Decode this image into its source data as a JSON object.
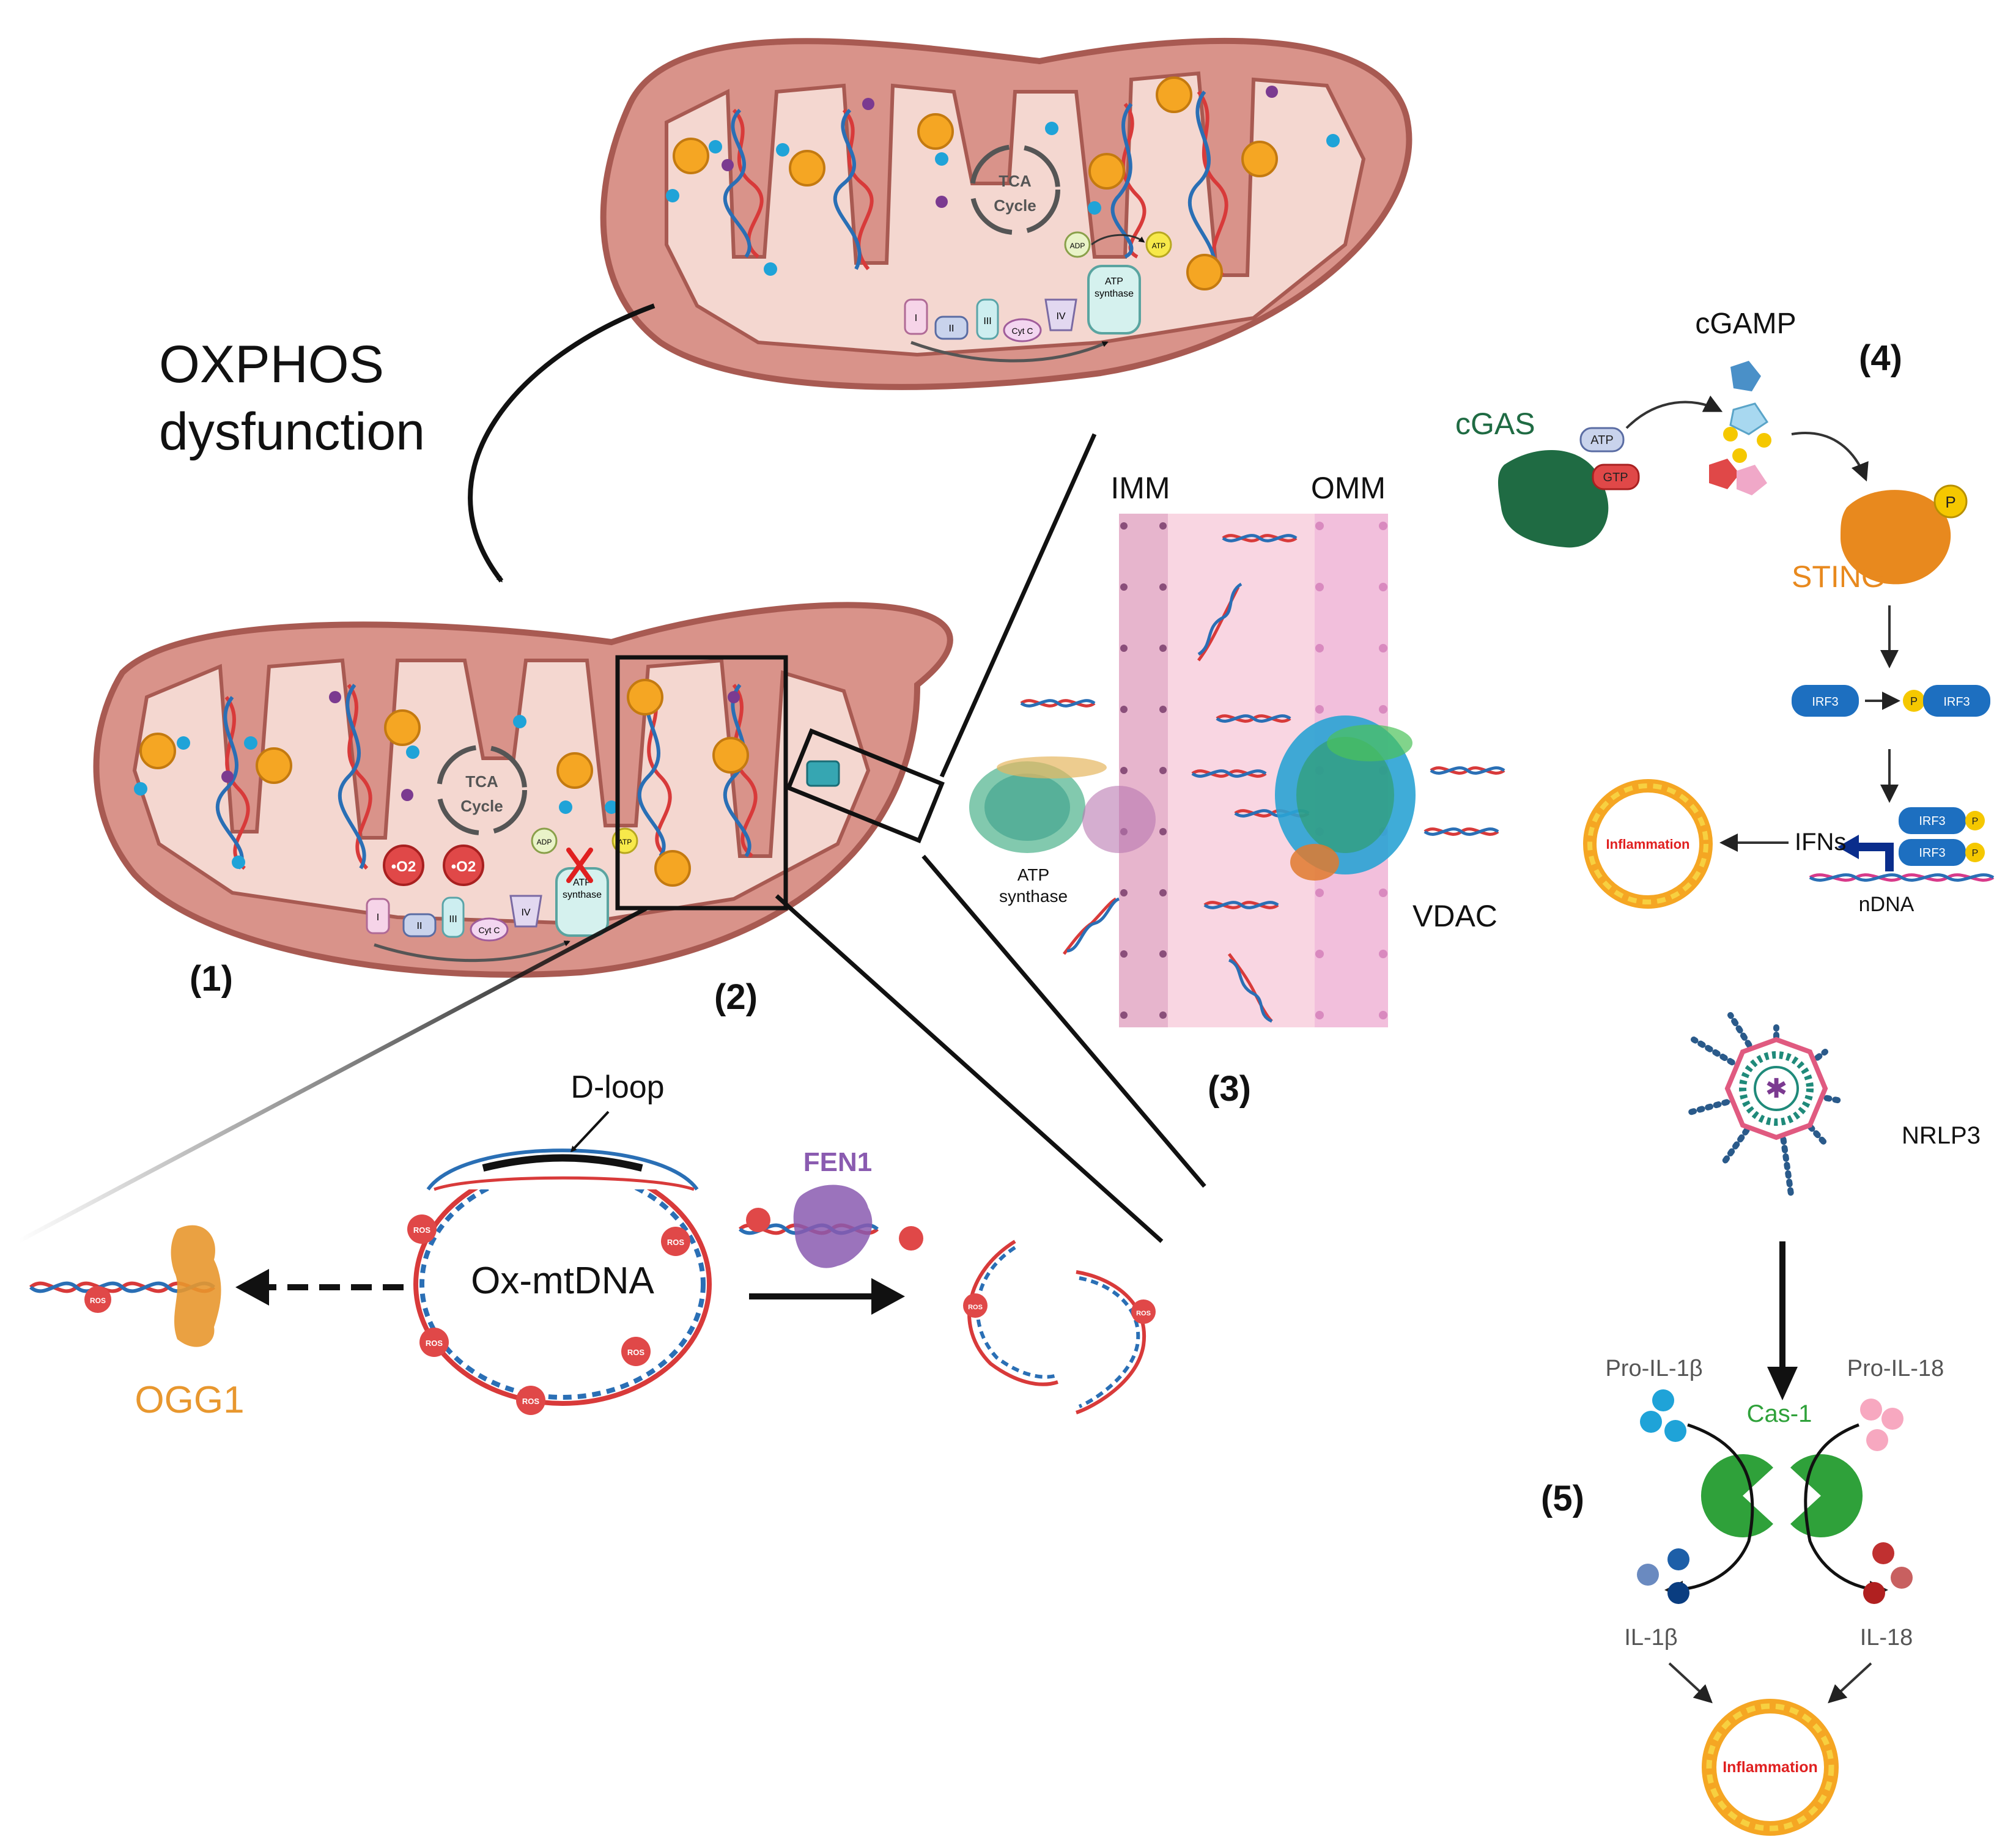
{
  "title_line1": "OXPHOS",
  "title_line2": "dysfunction",
  "mito": {
    "tca_line1": "TCA",
    "tca_line2": "Cycle",
    "complex_I": "I",
    "complex_II": "II",
    "complex_III": "III",
    "cytc": "Cyt C",
    "complex_IV": "IV",
    "atp_synthase_line1": "ATP",
    "atp_synthase_line2": "synthase",
    "adp": "ADP",
    "atp": "ATP",
    "superoxide": "•O2"
  },
  "steps": {
    "s1": "(1)",
    "s2": "(2)",
    "s3": "(3)",
    "s4": "(4)",
    "s5": "(5)"
  },
  "membrane": {
    "imm": "IMM",
    "omm": "OMM",
    "atp_synthase_line1": "ATP",
    "atp_synthase_line2": "synthase",
    "vdac": "VDAC"
  },
  "mtdna": {
    "dloop": "D-loop",
    "oxmtdna": "Ox-mtDNA",
    "ros": "ROS",
    "ogg1": "OGG1",
    "fen1": "FEN1"
  },
  "cgas_pathway": {
    "cgas": "cGAS",
    "cgamp": "cGAMP",
    "atp": "ATP",
    "gtp": "GTP",
    "sting": "STING",
    "p": "P",
    "irf3": "IRF3",
    "ifns": "IFNs",
    "ndna": "nDNA",
    "inflammation": "Inflammation"
  },
  "inflammasome": {
    "nrlp3": "NRLP3",
    "pro_il1b": "Pro-IL-1β",
    "pro_il18": "Pro-IL-18",
    "cas1": "Cas-1",
    "il1b": "IL-1β",
    "il18": "IL-18",
    "inflammation": "Inflammation"
  },
  "colors": {
    "mito_outer": "#d9938a",
    "mito_inner": "#f4d7d0",
    "dna_red": "#d83a3a",
    "dna_blue": "#2a6fb5",
    "orange_dot": "#f5a623",
    "blue_dot": "#1fa3d8",
    "purple_dot": "#7b3a90",
    "membrane_pink": "#f9d6e2",
    "cgas_green": "#1f6b43",
    "sting_orange": "#e8891e",
    "irf3_blue": "#1d6fc0",
    "cas1_green": "#2fa13a",
    "fen1_purple": "#8a5bb0",
    "ogg1_orange": "#e8972e"
  }
}
